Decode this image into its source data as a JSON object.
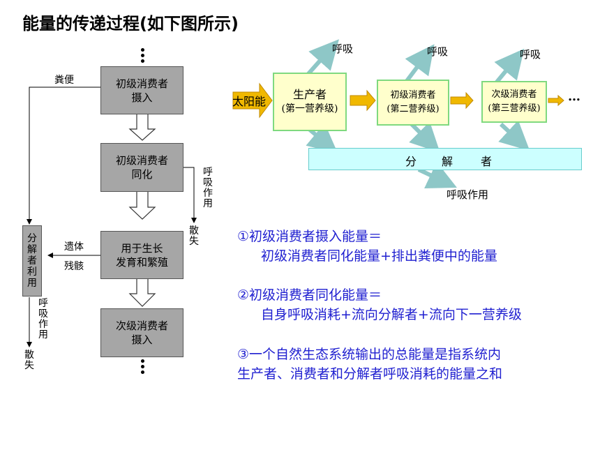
{
  "title": "能量的传递过程(如下图所示)",
  "left_diagram": {
    "box1": "初级消费者\n摄入",
    "box2": "初级消费者\n同化",
    "box3": "用于生长\n发育和繁殖",
    "box4": "次级消费者\n摄入",
    "side_box": "分解者利用",
    "feces": "粪便",
    "remains_1": "遗体",
    "remains_2": "残骸",
    "respiration_a": "呼吸作用",
    "dissipate_a": "散失",
    "respiration_b": "呼吸作用",
    "dissipate_b": "散失"
  },
  "right_diagram": {
    "sun": "太阳能",
    "producer": "生产者",
    "producer_level": "(第一营养级)",
    "primary": "初级消费者",
    "primary_level": "(第二营养级)",
    "secondary": "次级消费者",
    "secondary_level": "(第三营养级)",
    "respiration": "呼吸",
    "ellipsis": "…",
    "decomposer_chars": [
      "分",
      "解",
      "者"
    ],
    "decomposer_respiration": "呼吸作用"
  },
  "notes": {
    "n1_line1": "①初级消费者摄入能量＝",
    "n1_line2": "初级消费者同化能量+排出粪便中的能量",
    "n2_line1": "②初级消费者同化能量＝",
    "n2_line2": "自身呼吸消耗+流向分解者+流向下一营养级",
    "n3_line1": "③一个自然生态系统输出的总能量是指系统内",
    "n3_line2": "生产者、消费者和分解者呼吸消耗的能量之和"
  },
  "colors": {
    "gray_box": "#a6a6a6",
    "note_blue": "#1f1fd0",
    "teal_arrow": "#8ec7c7",
    "yellow_box": "#ffffcc",
    "sun_arrow": "#f0b800",
    "decomposer_bar": "#ccffff"
  }
}
